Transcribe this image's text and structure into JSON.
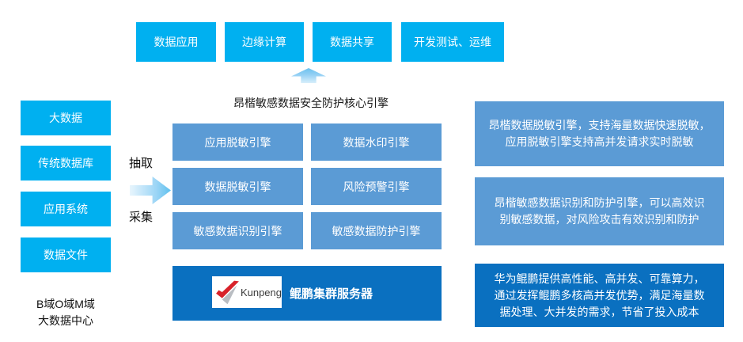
{
  "colors": {
    "cyan": "#00b0f0",
    "mid_blue": "#5b9bd5",
    "dark_blue": "#0a70c0"
  },
  "top_apps": {
    "items": [
      {
        "label": "数据应用"
      },
      {
        "label": "边缘计算"
      },
      {
        "label": "数据共享"
      },
      {
        "label": "开发测试、运维"
      }
    ]
  },
  "core_engine": {
    "title": "昂楷敏感数据安全防护核心引擎",
    "engines": [
      {
        "label": "应用脱敏引擎"
      },
      {
        "label": "数据水印引擎"
      },
      {
        "label": "数据脱敏引擎"
      },
      {
        "label": "风险预警引擎"
      },
      {
        "label": "敏感数据识别引擎"
      },
      {
        "label": "敏感数据防护引擎"
      }
    ],
    "server": {
      "logo": "Kunpeng",
      "label": "鲲鹏集群服务器"
    }
  },
  "data_sources": {
    "items": [
      {
        "label": "大数据"
      },
      {
        "label": "传统数据库"
      },
      {
        "label": "应用系统"
      },
      {
        "label": "数据文件"
      }
    ],
    "caption": {
      "line1": "B域O域M域",
      "line2": "大数据中心"
    },
    "flow": {
      "extract": "抽取",
      "collect": "采集"
    }
  },
  "notes": [
    {
      "lines": [
        "昂楷数据脱敏引擎，支持海量数据快速脱敏，",
        "应用脱敏引擎支持高并发请求实时脱敏"
      ]
    },
    {
      "lines": [
        "昂楷敏感数据识别和防护引擎，可以高效识",
        "别敏感数据，对风险攻击有效识别和防护"
      ]
    },
    {
      "lines": [
        "华为鲲鹏提供高性能、高并发、可靠算力，",
        "通过发挥鲲鹏多核高并发优势，满足海量数",
        "据处理、大并发的需求，节省了投入成本"
      ]
    }
  ]
}
